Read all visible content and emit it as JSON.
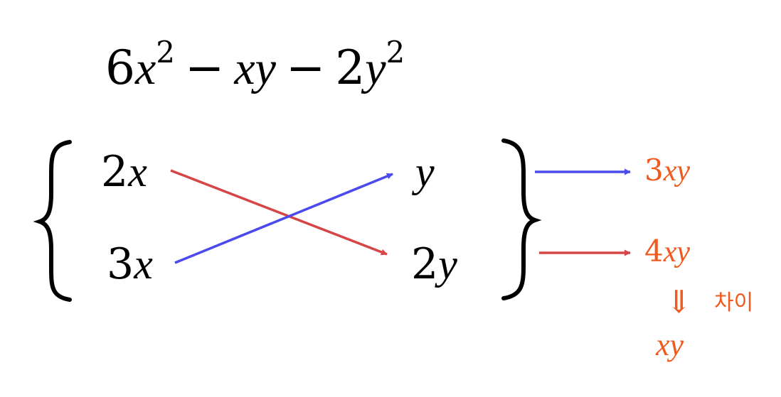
{
  "expression": {
    "coef_a": "6",
    "var_x": "x",
    "exp_a": "2",
    "op_1": "−",
    "middle": "xy",
    "op_2": "−",
    "coef_c": "2",
    "var_y": "y",
    "exp_c": "2"
  },
  "left_column": {
    "top": {
      "coef": "2",
      "var": "x"
    },
    "bottom": {
      "coef": "3",
      "var": "x"
    }
  },
  "right_column": {
    "top": {
      "coef": "",
      "var": "y"
    },
    "bottom": {
      "coef": "2",
      "var": "y"
    }
  },
  "products": {
    "top": {
      "coef": "3",
      "var": "xy"
    },
    "bottom": {
      "coef": "4",
      "var": "xy"
    }
  },
  "difference": {
    "arrow": "⇓",
    "label": "차이",
    "result": "xy"
  },
  "colors": {
    "text": "#000000",
    "blue_arrow": "#4a4aee",
    "red_arrow": "#d64646",
    "result": "#f05a1e"
  }
}
